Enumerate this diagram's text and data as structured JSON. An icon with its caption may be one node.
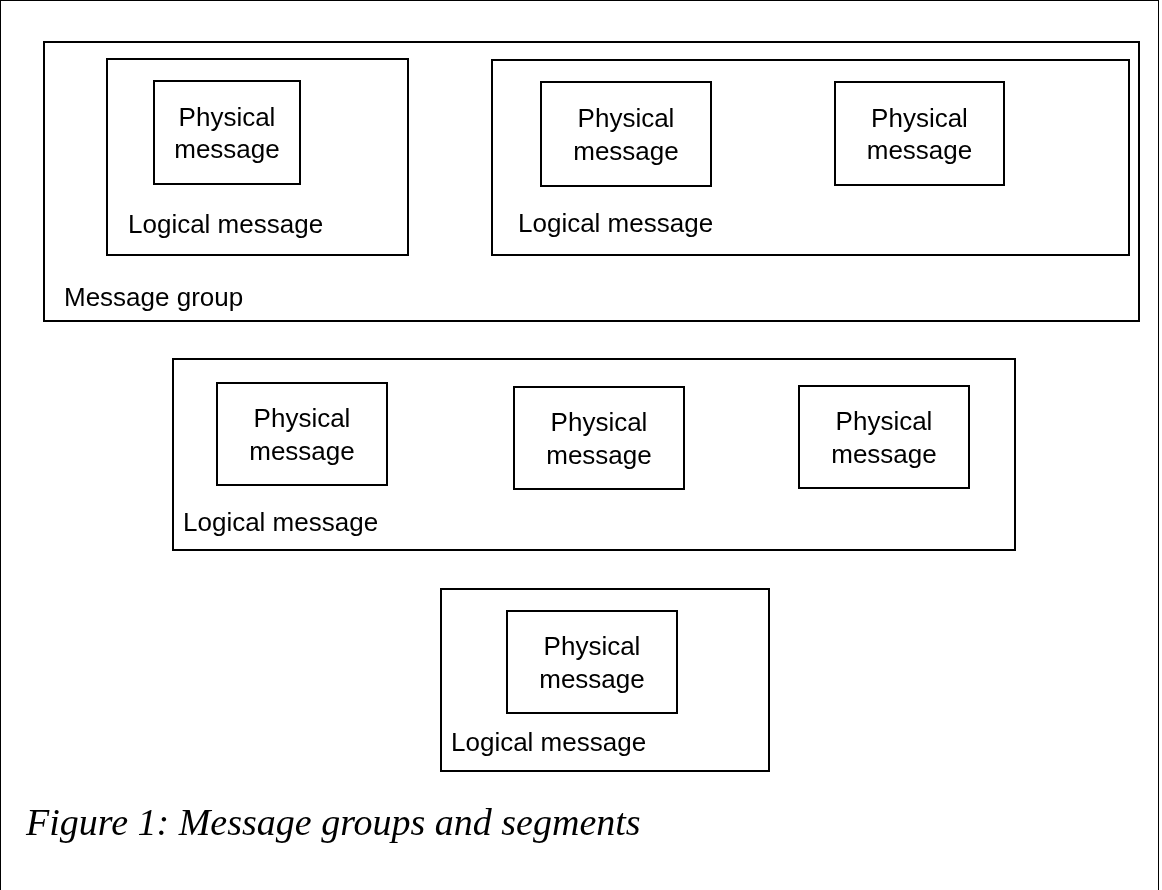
{
  "diagram": {
    "caption": "Figure 1: Message groups and segments",
    "nodes": [
      {
        "text": [
          "Message group"
        ]
      },
      {
        "text": [
          "Logical message"
        ],
        "in": 0
      },
      {
        "text": [
          "Physical message"
        ],
        "in": 1
      },
      {
        "text": [
          "Logical message"
        ],
        "in": 0
      },
      {
        "text": [
          "Physical message"
        ],
        "in": 3
      },
      {
        "text": [
          "Physical message"
        ],
        "in": 3
      },
      {
        "text": [
          "Logical message"
        ]
      },
      {
        "text": [
          "Physical message"
        ],
        "in": 6
      },
      {
        "text": [
          "Physical message"
        ],
        "in": 6
      },
      {
        "text": [
          "Physical message"
        ],
        "in": 6
      },
      {
        "text": [
          "Logical message"
        ]
      },
      {
        "text": [
          "Physical message"
        ],
        "in": 10
      }
    ]
  }
}
